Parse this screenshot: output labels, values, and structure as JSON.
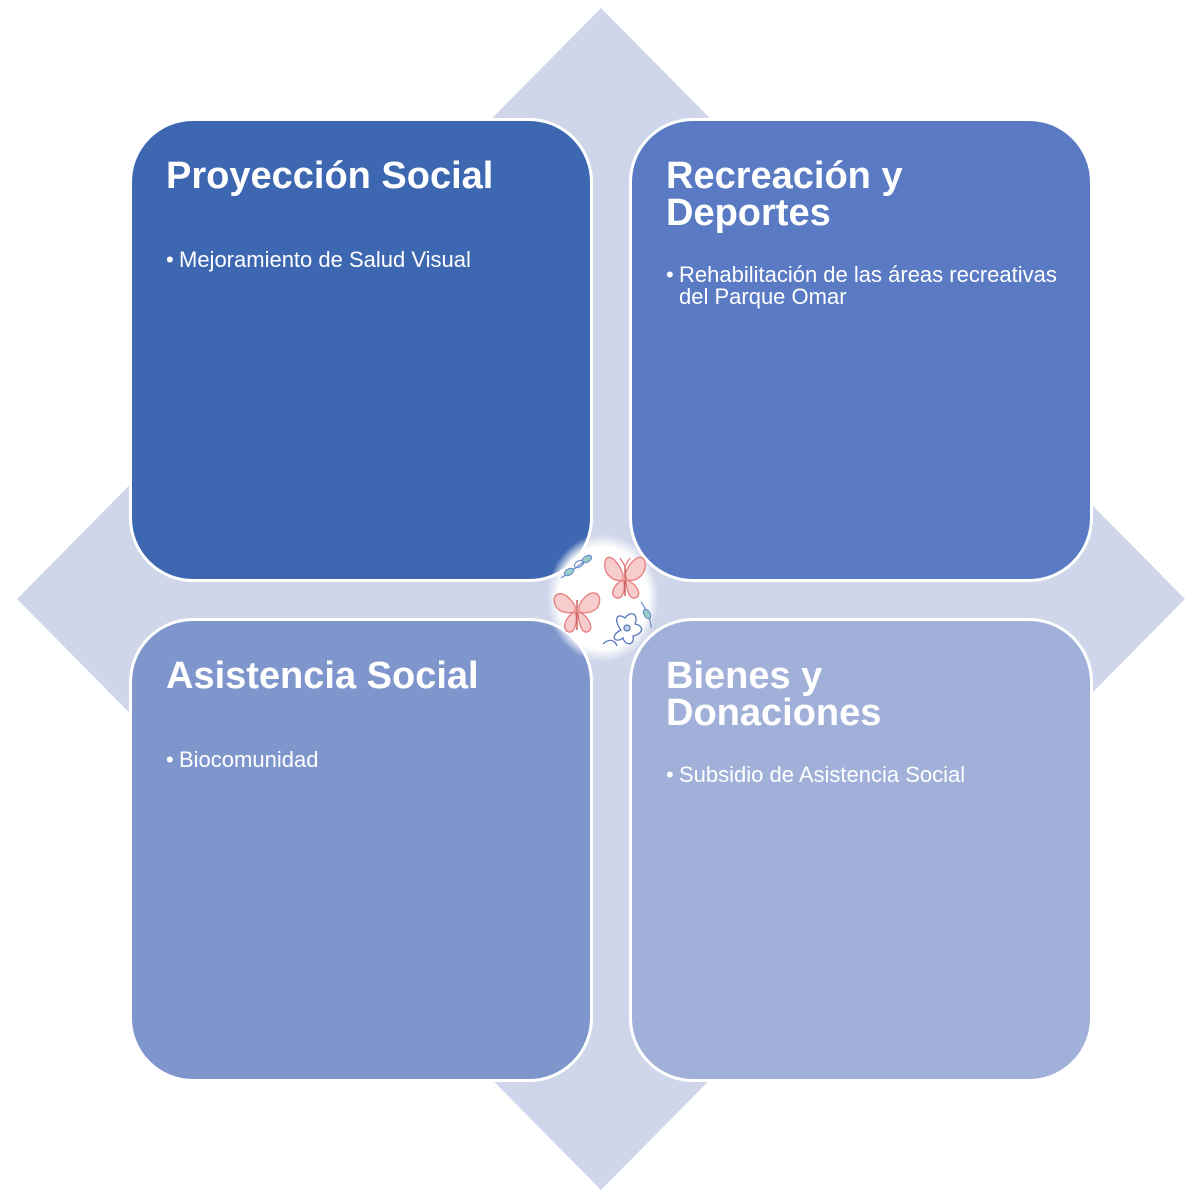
{
  "colors": {
    "background_diamond": "#d0d6ea",
    "quadrant_1": "#3e67b2",
    "quadrant_2": "#5a7bc3",
    "quadrant_3": "#7f96cc",
    "quadrant_4": "#a0b0d8",
    "text": "#ffffff",
    "butterfly": "#e98080"
  },
  "quadrants": [
    {
      "title": "Proyección Social",
      "items": [
        "Mejoramiento de Salud Visual"
      ]
    },
    {
      "title": "Recreación y Deportes",
      "items": [
        "Rehabilitación de las áreas recreativas del Parque Omar"
      ]
    },
    {
      "title": "Asistencia Social",
      "items": [
        "Biocomunidad"
      ]
    },
    {
      "title": "Bienes y Donaciones",
      "items": [
        "Subsidio de Asistencia Social"
      ]
    }
  ],
  "bullet": "•",
  "icons": {
    "center": "butterfly-flower-emblem-icon"
  }
}
